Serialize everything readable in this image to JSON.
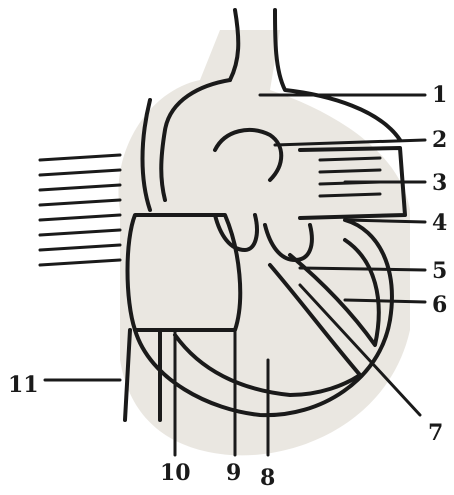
{
  "labels": {
    "l1": "1",
    "l2": "2",
    "l3": "3",
    "l4": "4",
    "l5": "5",
    "l6": "6",
    "l7": "7",
    "l8": "8",
    "l9": "9",
    "l10": "10",
    "l11": "11"
  },
  "colors": {
    "ink": "#1a1a1a",
    "stipple": "#d9d4c8",
    "background": "#ffffff"
  }
}
